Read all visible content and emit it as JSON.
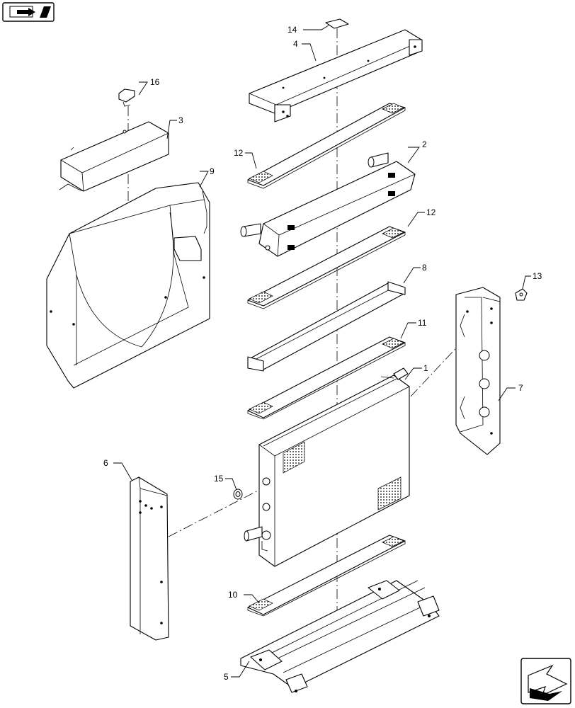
{
  "callouts": {
    "c1": "1",
    "c2": "2",
    "c3": "3",
    "c4": "4",
    "c5": "5",
    "c6": "6",
    "c7": "7",
    "c8": "8",
    "c9": "9",
    "c10": "10",
    "c11": "11",
    "c12a": "12",
    "c12b": "12",
    "c13": "13",
    "c14": "14",
    "c15": "15",
    "c16": "16"
  },
  "icons": {
    "top_left": "book-arrow-icon",
    "bottom_right": "next-page-arrow-icon"
  }
}
